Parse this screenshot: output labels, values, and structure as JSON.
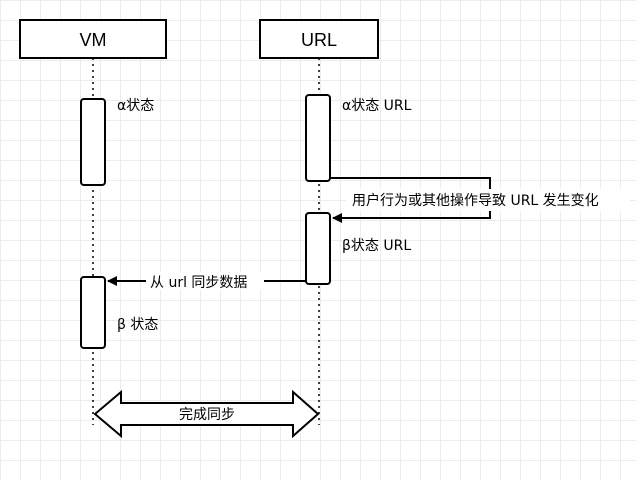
{
  "participants": {
    "vm": "VM",
    "url": "URL"
  },
  "states": {
    "vm_alpha": "α状态",
    "url_alpha": "α状态 URL",
    "url_beta": "β状态 URL",
    "vm_beta": "β 状态"
  },
  "messages": {
    "user_action": "用户行为或其他操作导致 URL 发生变化",
    "sync_from_url": "从 url 同步数据"
  },
  "sync_done": "完成同步",
  "colors": {
    "stroke": "#000000",
    "grid": "#ececec",
    "background": "#ffffff"
  }
}
